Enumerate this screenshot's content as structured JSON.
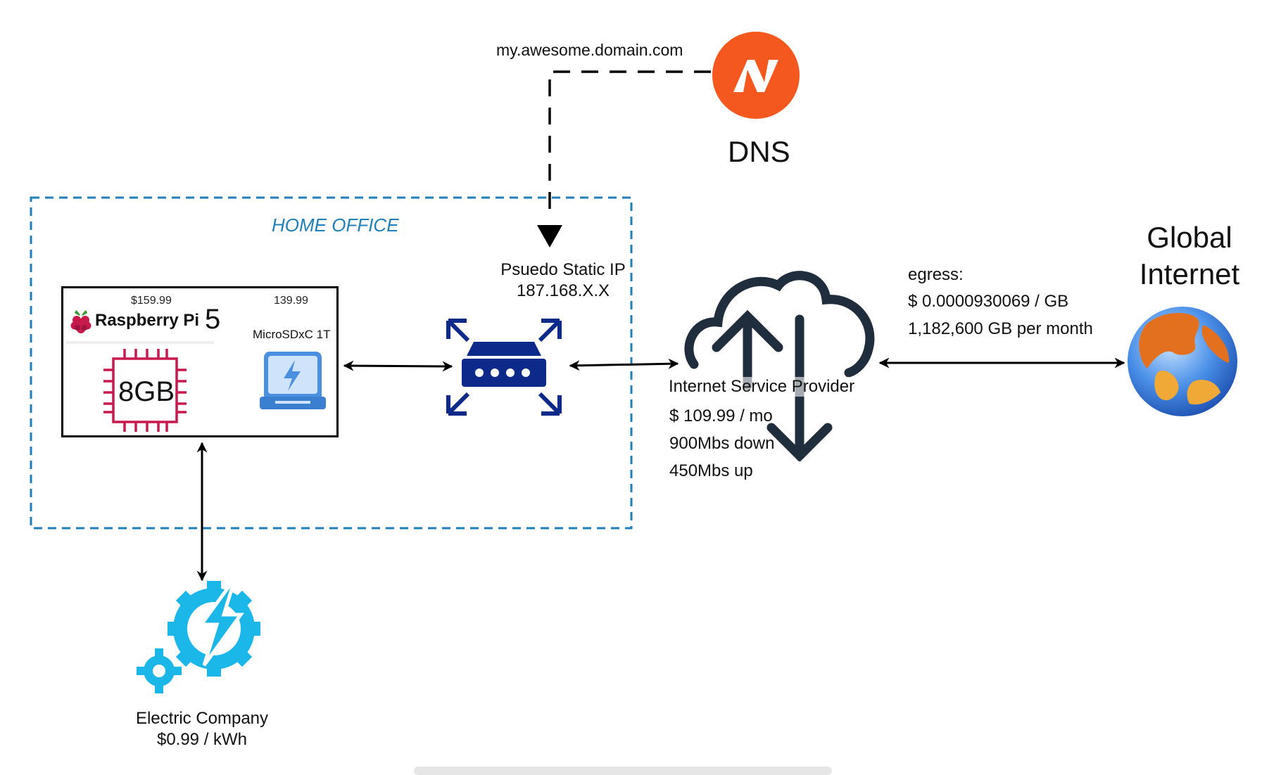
{
  "domain_label": "my.awesome.domain.com",
  "dns": {
    "label": "DNS",
    "color": "#f4581f"
  },
  "home_office": {
    "label": "HOME OFFICE",
    "border_color": "#1f7fb8"
  },
  "raspberry_pi": {
    "price": "$159.99",
    "brand": "Raspberry Pi",
    "model": "5",
    "ram": "8GB"
  },
  "sd_card": {
    "price": "139.99",
    "label": "MicroSDxC 1T"
  },
  "router": {
    "label": "Psuedo Static IP",
    "ip": "187.168.X.X",
    "color": "#0d2a8a"
  },
  "isp": {
    "label": "Internet Service Provider",
    "cost": "$ 109.99 / mo",
    "down": "900Mbs down",
    "up": "450Mbs up"
  },
  "egress": {
    "label": "egress:",
    "rate": "$ 0.0000930069 / GB",
    "volume": "1,182,600 GB per month"
  },
  "global_internet": {
    "line1": "Global",
    "line2": "Internet"
  },
  "electric": {
    "label": "Electric Company",
    "rate": "$0.99 / kWh",
    "color": "#1bb7e8"
  },
  "icons": [
    "dns-logo-icon",
    "raspberry-icon",
    "chip-icon",
    "sd-card-icon",
    "router-icon",
    "cloud-icon",
    "globe-icon",
    "gear-lightning-icon"
  ]
}
